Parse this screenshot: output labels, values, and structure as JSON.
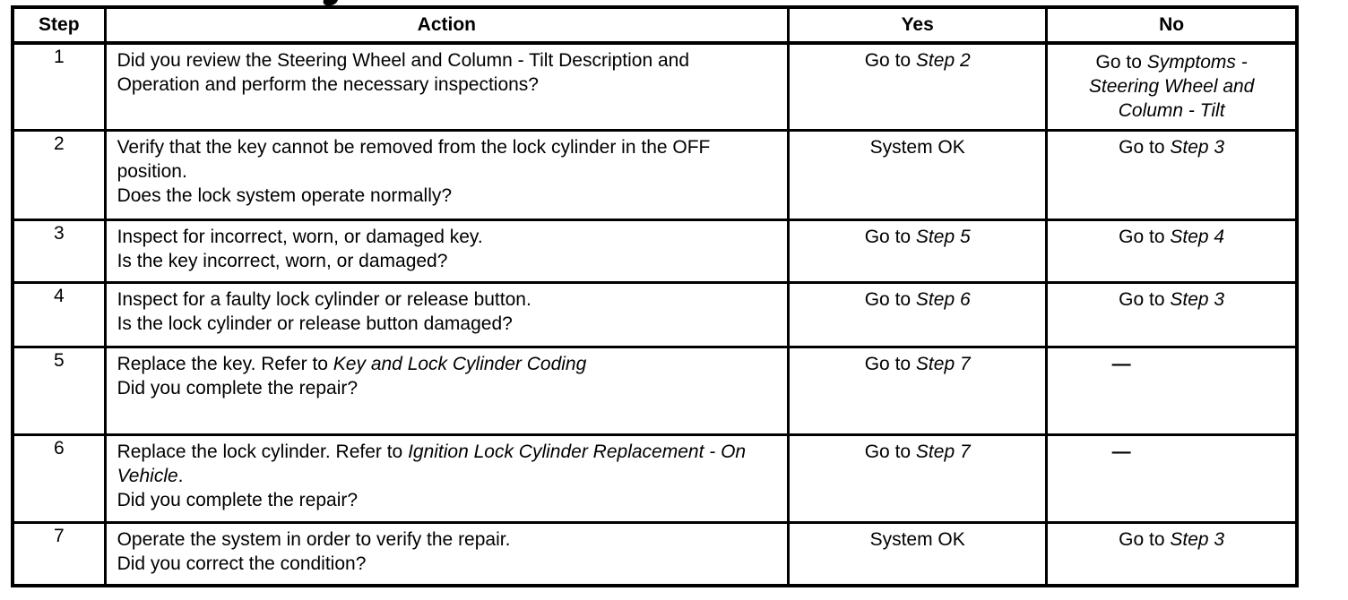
{
  "table": {
    "headers": {
      "step": "Step",
      "action": "Action",
      "yes": "Yes",
      "no": "No"
    },
    "rows": [
      {
        "step": "1",
        "action": [
          [
            {
              "text": "Did you review the Steering Wheel and Column - Tilt Description and Operation and perform the necessary inspections?"
            }
          ]
        ],
        "yes": [
          {
            "text": "Go to "
          },
          {
            "text": "Step 2",
            "italic": true
          }
        ],
        "no": [
          {
            "text": "Go to "
          },
          {
            "text": "Symptoms - Steering Wheel and Column - Tilt",
            "italic": true
          }
        ]
      },
      {
        "step": "2",
        "action": [
          [
            {
              "text": "Verify that the key cannot be removed from the lock cylinder in the OFF position."
            }
          ],
          [
            {
              "text": "Does the lock system operate normally?"
            }
          ]
        ],
        "yes": [
          {
            "text": "System OK"
          }
        ],
        "no": [
          {
            "text": "Go to "
          },
          {
            "text": "Step 3",
            "italic": true
          }
        ]
      },
      {
        "step": "3",
        "action": [
          [
            {
              "text": "Inspect for incorrect, worn, or damaged key."
            }
          ],
          [
            {
              "text": "Is the key incorrect, worn, or damaged?"
            }
          ]
        ],
        "yes": [
          {
            "text": "Go to "
          },
          {
            "text": "Step 5",
            "italic": true
          }
        ],
        "no": [
          {
            "text": "Go to "
          },
          {
            "text": "Step 4",
            "italic": true
          }
        ]
      },
      {
        "step": "4",
        "action": [
          [
            {
              "text": "Inspect for a faulty lock cylinder or release button."
            }
          ],
          [
            {
              "text": "Is the lock cylinder or release button damaged?"
            }
          ]
        ],
        "yes": [
          {
            "text": "Go to "
          },
          {
            "text": "Step 6",
            "italic": true
          }
        ],
        "no": [
          {
            "text": "Go to "
          },
          {
            "text": "Step 3",
            "italic": true
          }
        ]
      },
      {
        "step": "5",
        "action": [
          [
            {
              "text": "Replace the key. Refer to "
            },
            {
              "text": "Key and Lock Cylinder Coding",
              "italic": true
            }
          ],
          [
            {
              "text": "Did you complete the repair?"
            }
          ]
        ],
        "yes": [
          {
            "text": "Go to "
          },
          {
            "text": "Step 7",
            "italic": true
          }
        ],
        "no": [
          {
            "text": "—"
          }
        ]
      },
      {
        "step": "6",
        "action": [
          [
            {
              "text": "Replace the lock cylinder. Refer to "
            },
            {
              "text": "Ignition Lock Cylinder Replacement - On Vehicle",
              "italic": true
            },
            {
              "text": "."
            }
          ],
          [
            {
              "text": "Did you complete the repair?"
            }
          ]
        ],
        "yes": [
          {
            "text": "Go to "
          },
          {
            "text": "Step 7",
            "italic": true
          }
        ],
        "no": [
          {
            "text": "—"
          }
        ]
      },
      {
        "step": "7",
        "action": [
          [
            {
              "text": "Operate the system in order to verify the repair."
            }
          ],
          [
            {
              "text": "Did you correct the condition?"
            }
          ]
        ],
        "yes": [
          {
            "text": "System OK"
          }
        ],
        "no": [
          {
            "text": "Go to "
          },
          {
            "text": "Step 3",
            "italic": true
          }
        ]
      }
    ]
  }
}
